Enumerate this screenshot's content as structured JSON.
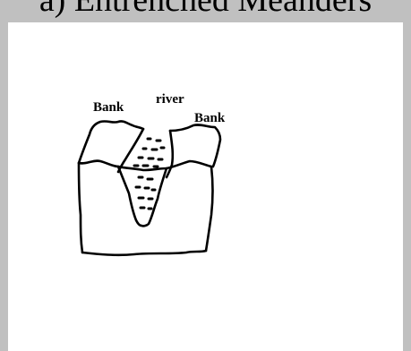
{
  "title": "a) Entrenched Meanders",
  "labels": {
    "bank_left": "Bank",
    "river": "river",
    "bank_right": "Bank"
  },
  "colors": {
    "background_border": "#c0c0c0",
    "panel": "#ffffff",
    "ink": "#000000"
  }
}
